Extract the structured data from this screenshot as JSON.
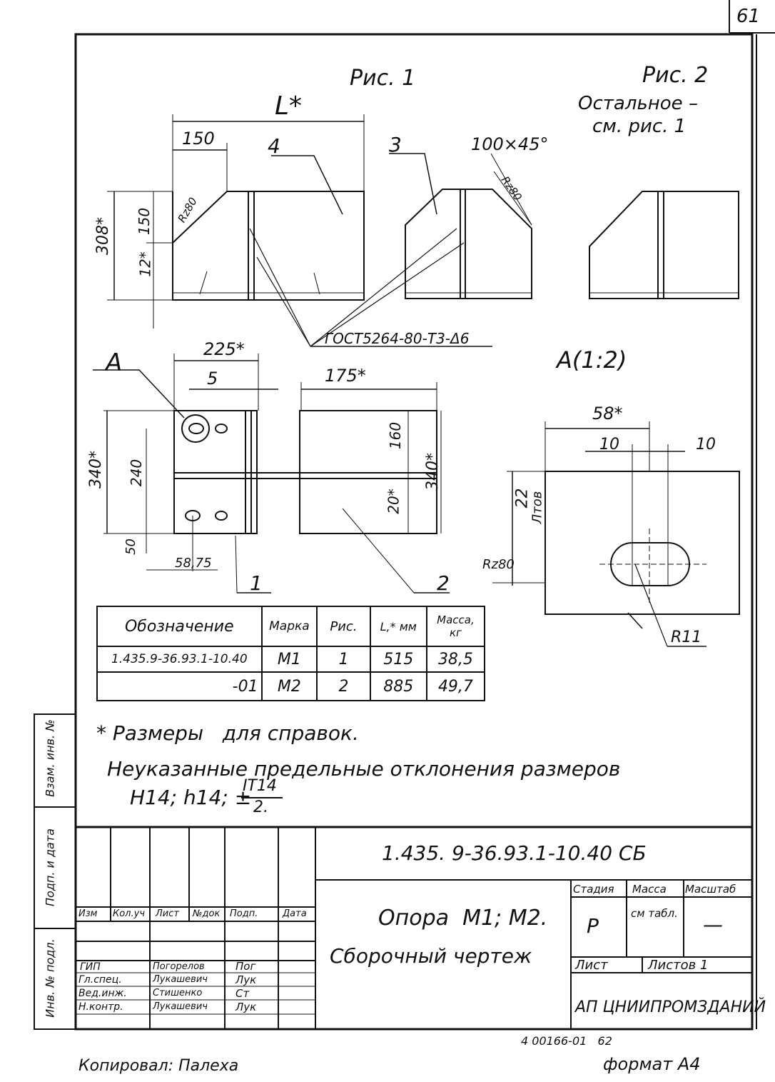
{
  "sheet_number": "61",
  "fig1_label": "Рис. 1",
  "fig2_label": "Рис. 2",
  "fig2_note": [
    "Остальное –",
    "см. рис. 1"
  ],
  "dims": {
    "L": "L*",
    "d150": "150",
    "d4": "4",
    "d3": "3",
    "chamfer": "100×45°",
    "r_r80_a": "Rz80",
    "r_r80_b": "Rz80",
    "h308": "308*",
    "h150": "150",
    "h12": "12*",
    "weld": "ГОСТ5264-80-Т3-Δ6",
    "d225": "225*",
    "d5": "5",
    "d175": "175*",
    "h340a": "340*",
    "h240": "240",
    "h160": "160",
    "h20": "20*",
    "h340b": "340*",
    "h50": "50",
    "d58_75": "58,75",
    "p1": "1",
    "p2": "2",
    "callout_a": "A",
    "view_a": "A(1:2)",
    "d58": "58*",
    "d10a": "10",
    "d10b": "10",
    "h22": "22",
    "h22_sub": "Лтов",
    "rz80_side": "Rz80",
    "r11": "R11"
  },
  "spec_table": {
    "headers": [
      "Обозначение",
      "Марка",
      "Рис.",
      "L,* мм",
      "Масса, кг"
    ],
    "rows": [
      [
        "1.435.9-36.93.1-10.40",
        "М1",
        "1",
        "515",
        "38,5"
      ],
      [
        "-01",
        "М2",
        "2",
        "885",
        "49,7"
      ]
    ]
  },
  "notes": {
    "note1": "* Размеры   для справок.",
    "note2": "Неуказанные предельные отклонения размеров",
    "note3": "Н14; h14; ±",
    "note3_frac_top": "IT14",
    "note3_frac_bottom": "2."
  },
  "side_stamp": [
    "Взам. инв. №",
    "Подп. и дата",
    "Инв. № подл."
  ],
  "title_block": {
    "doc_code": "1.435. 9-36.93.1-10.40 СБ",
    "col_headers": [
      "Изм",
      "Кол.уч",
      "Лист",
      "№док",
      "Подп.",
      "Дата"
    ],
    "roles": [
      {
        "role": "ГИП",
        "name": "Погорелов",
        "sign": "Пог"
      },
      {
        "role": "Гл.спец.",
        "name": "Лукашевич",
        "sign": "Лук"
      },
      {
        "role": "Вед.инж.",
        "name": "Стишенко",
        "sign": "Ст"
      },
      {
        "role": "Н.контр.",
        "name": "Лукашевич",
        "sign": "Лук"
      }
    ],
    "title_line1": "Опора  М1; М2.",
    "title_line2": "Сборочный чертеж",
    "stage_header": "Стадия",
    "mass_header": "Масса",
    "scale_header": "Масштаб",
    "stage_value": "Р",
    "mass_value": "см табл.",
    "scale_value": "—",
    "sheet_label": "Лист",
    "sheets_label": "Листов 1",
    "org": "АП ЦНИИПРОМЗДАНИЙ"
  },
  "footer": {
    "order_code": "4 00166-01   62",
    "copied": "Копировал: Палеха",
    "format": "формат А4"
  }
}
